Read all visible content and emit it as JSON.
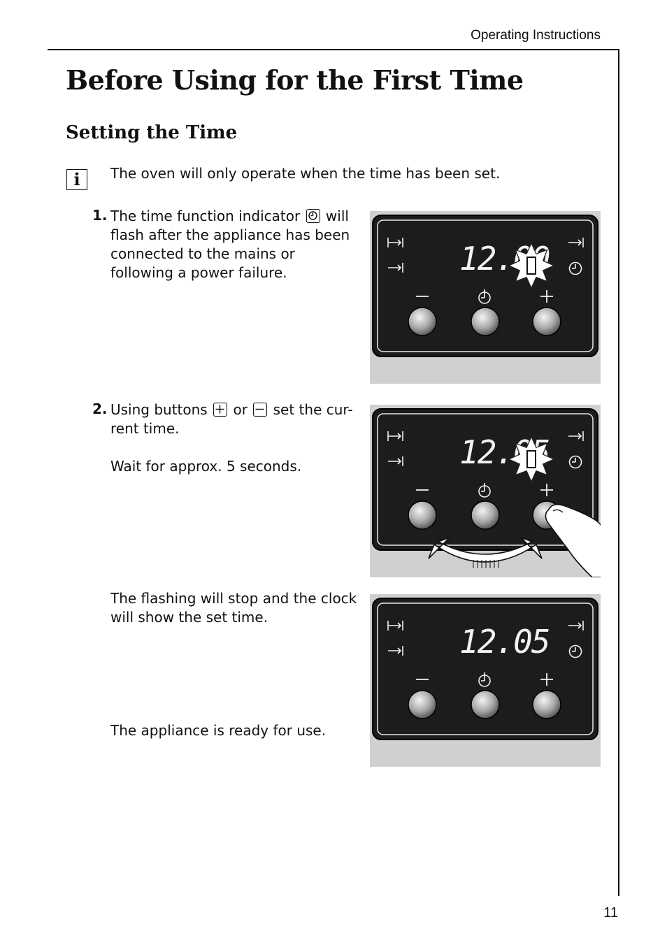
{
  "header": {
    "section": "Operating Instructions"
  },
  "page": {
    "title": "Before Using for the First Time",
    "subtitle": "Setting the Time",
    "number": "11"
  },
  "info_note": "The oven will only operate when the time has been set.",
  "steps": [
    {
      "number": "1.",
      "text_before": "The time function indicator",
      "text_after": "will flash after the appliance has been connected to the mains or following a power failure."
    },
    {
      "number": "2.",
      "text_a": "Using buttons",
      "text_or": "or",
      "text_b": "set the cur-rent time.",
      "wait": "Wait for approx. 5 seconds."
    }
  ],
  "result_text": "The flashing will stop and the clock will show the set time.",
  "ready_text": "The appliance is ready for use.",
  "panels": [
    {
      "display": "12.00",
      "flashing": true,
      "finger": false
    },
    {
      "display": "12.05",
      "flashing": true,
      "finger": true
    },
    {
      "display": "12.05",
      "flashing": false,
      "finger": false
    }
  ],
  "icons": {
    "info": "info-icon",
    "clock": "clock-icon",
    "plus": "plus-icon",
    "minus": "minus-icon",
    "duration": "duration-icon",
    "end_time": "end-time-icon"
  },
  "colors": {
    "panel_bg": "#d0d0d0",
    "display_bg": "#1c1c1c",
    "text": "#111111"
  }
}
